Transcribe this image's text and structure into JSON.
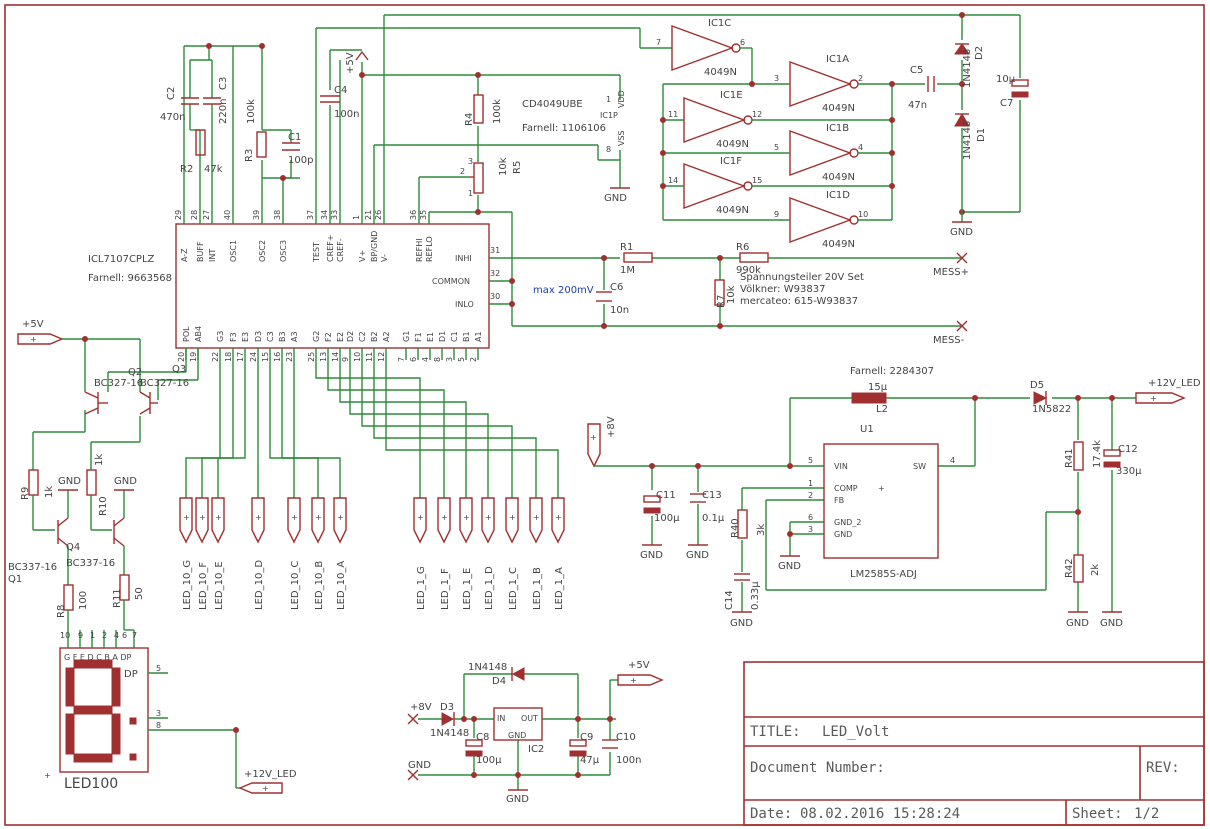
{
  "title_block": {
    "title_label": "TITLE:",
    "title": "LED_Volt",
    "doc_number_label": "Document Number:",
    "rev_label": "REV:",
    "date_label": "Date:",
    "date": "08.02.2016 15:28:24",
    "sheet_label": "Sheet:",
    "sheet": "1/2"
  },
  "ic_main": {
    "name": "ICL7107CPLZ",
    "farnell": "Farnell: 9663568",
    "top_pins": [
      "A-Z",
      "BUFF",
      "INT",
      "OSC1",
      "OSC2",
      "OSC3",
      "TEST",
      "CREF+",
      "CREF-",
      "V+",
      "BP/GND",
      "V-",
      "REFHI",
      "REFLO"
    ],
    "top_pin_nums": [
      "29",
      "28",
      "27",
      "40",
      "39",
      "38",
      "37",
      "34",
      "33",
      "1",
      "21",
      "26",
      "36",
      "35"
    ],
    "right_pins": [
      "INHI",
      "COMMON",
      "INLO"
    ],
    "right_pin_nums": [
      "31",
      "32",
      "30"
    ],
    "bottom_pins": [
      "POL",
      "AB4",
      "G3",
      "F3",
      "E3",
      "D3",
      "C3",
      "B3",
      "A3",
      "G2",
      "F2",
      "E2",
      "D2",
      "C2",
      "B2",
      "A2",
      "G1",
      "F1",
      "E1",
      "D1",
      "C1",
      "B1",
      "A1"
    ],
    "bottom_pin_nums": [
      "20",
      "19",
      "22",
      "18",
      "17",
      "24",
      "15",
      "16",
      "23",
      "25",
      "13",
      "14",
      "9",
      "10",
      "11",
      "12",
      "7",
      "6",
      "4",
      "8",
      "3",
      "5",
      "2"
    ]
  },
  "cd4049": {
    "name": "CD4049UBE",
    "farnell": "Farnell: 1106106",
    "vdd": "VDD",
    "vss": "VSS",
    "icp": "IC1P",
    "vdd_pin": "1",
    "vss_pin": "8"
  },
  "inverters": [
    {
      "name": "IC1C",
      "part": "4049N",
      "in": "7",
      "out": "6"
    },
    {
      "name": "IC1A",
      "part": "4049N",
      "in": "3",
      "out": "2"
    },
    {
      "name": "IC1E",
      "part": "4049N",
      "in": "11",
      "out": "12"
    },
    {
      "name": "IC1B",
      "part": "4049N",
      "in": "5",
      "out": "4"
    },
    {
      "name": "IC1F",
      "part": "4049N",
      "in": "14",
      "out": "15"
    },
    {
      "name": "IC1D",
      "part": "4049N",
      "in": "9",
      "out": "10"
    }
  ],
  "components": {
    "C2": {
      "name": "C2",
      "value": "470n"
    },
    "C3": {
      "name": "C3",
      "value": "220n"
    },
    "R2": {
      "name": "R2",
      "value": "47k"
    },
    "R3": {
      "name": "R3",
      "value": "100k"
    },
    "C1": {
      "name": "C1",
      "value": "100p"
    },
    "C4": {
      "name": "C4",
      "value": "100n"
    },
    "R4": {
      "name": "R4",
      "value": "100k"
    },
    "R5": {
      "name": "R5",
      "value": "10k"
    },
    "C5": {
      "name": "C5",
      "value": "47n"
    },
    "C7": {
      "name": "C7",
      "value": "10µ"
    },
    "D1": {
      "name": "D1",
      "value": "1N4148"
    },
    "D2": {
      "name": "D2",
      "value": "1N4148"
    },
    "R1": {
      "name": "R1",
      "value": "1M"
    },
    "R6": {
      "name": "R6",
      "value": "990k"
    },
    "R7": {
      "name": "R7",
      "value": "10k"
    },
    "C6": {
      "name": "C6",
      "value": "10n"
    },
    "Q1": {
      "name": "Q1",
      "value": "BC337-16"
    },
    "Q2": {
      "name": "Q2",
      "value": "BC327-16"
    },
    "Q3": {
      "name": "Q3",
      "value": "BC327-16"
    },
    "Q4": {
      "name": "Q4",
      "value": "BC337-16"
    },
    "R8": {
      "name": "R8",
      "value": "100"
    },
    "R9": {
      "name": "R9",
      "value": "1k"
    },
    "R10": {
      "name": "R10",
      "value": "1k"
    },
    "R11": {
      "name": "R11",
      "value": "50"
    },
    "L2": {
      "name": "L2",
      "value": "15µ"
    },
    "D5": {
      "name": "D5",
      "value": "1N5822"
    },
    "R41": {
      "name": "R41",
      "value": "17.4k"
    },
    "R42": {
      "name": "R42",
      "value": "2k"
    },
    "C12": {
      "name": "C12",
      "value": "330µ"
    },
    "C11": {
      "name": "C11",
      "value": "100µ"
    },
    "C13": {
      "name": "C13",
      "value": "0.1µ"
    },
    "R40": {
      "name": "R40",
      "value": "3k"
    },
    "C14": {
      "name": "C14",
      "value": "0.33µ"
    },
    "D3": {
      "name": "D3",
      "value": "1N4148"
    },
    "D4": {
      "name": "D4",
      "value": "1N4148"
    },
    "C8": {
      "name": "C8",
      "value": "100µ"
    },
    "C9": {
      "name": "C9",
      "value": "47µ"
    },
    "C10": {
      "name": "C10",
      "value": "100n"
    }
  },
  "u1": {
    "name": "U1",
    "part": "LM2585S-ADJ",
    "farnell": "Farnell: 2284307",
    "vin": "VIN",
    "sw": "SW",
    "comp": "COMP",
    "fb": "FB",
    "gnd2": "GND_2",
    "gnd": "GND"
  },
  "ic2": {
    "name": "IC2",
    "in": "IN",
    "out": "OUT",
    "gnd": "GND"
  },
  "led": {
    "name": "LED100",
    "segments": "G F E D C B A DP"
  },
  "notes": {
    "max": "max 200mV",
    "divider1": "Spannungsteiler 20V Set",
    "divider2": "Völkner: W93837",
    "divider3": "mercateo: 615-W93837"
  },
  "nets": {
    "vp5": "+5V",
    "vp8": "+8V",
    "v12led": "+12V_LED",
    "gnd": "GND",
    "mess_p": "MESS+",
    "mess_m": "MESS-"
  },
  "connectors_10": [
    "LED_10_G",
    "LED_10_F",
    "LED_10_E",
    "LED_10_D",
    "LED_10_C",
    "LED_10_B",
    "LED_10_A"
  ],
  "connectors_1": [
    "LED_1_G",
    "LED_1_F",
    "LED_1_E",
    "LED_1_D",
    "LED_1_C",
    "LED_1_B",
    "LED_1_A"
  ]
}
